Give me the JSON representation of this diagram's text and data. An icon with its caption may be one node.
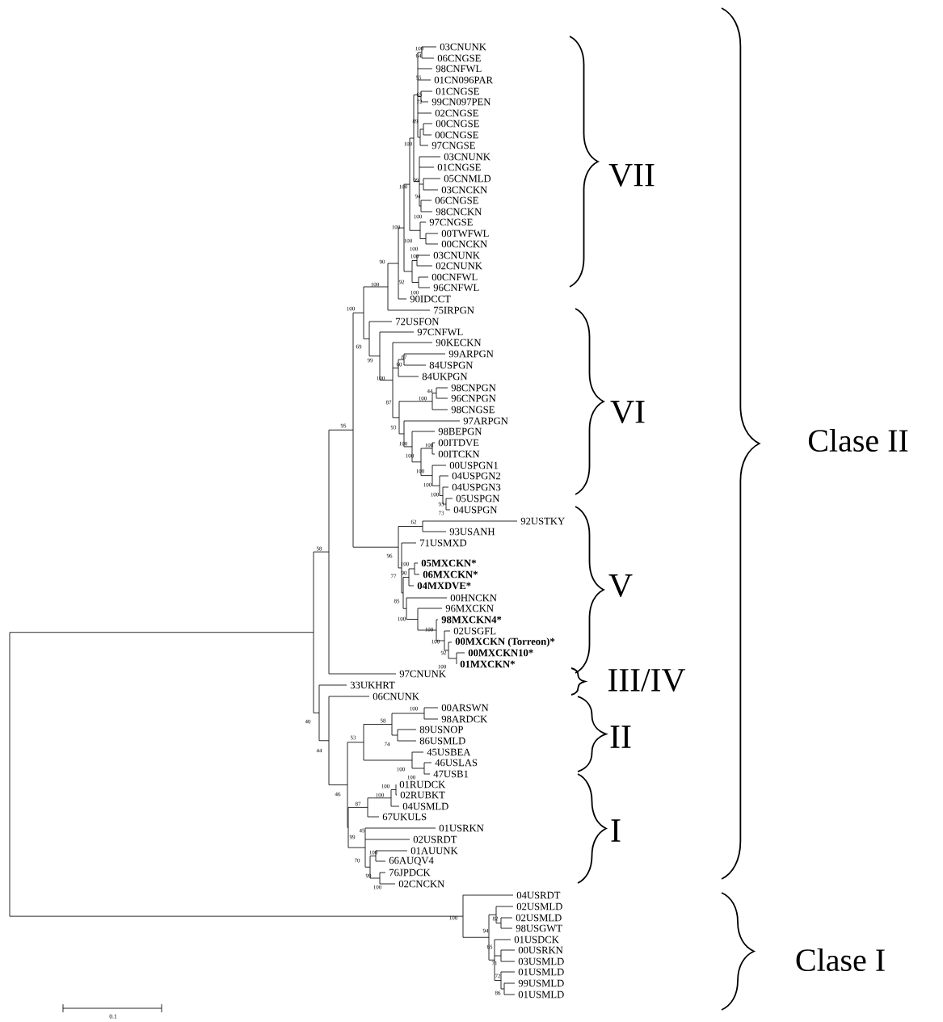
{
  "diagram": {
    "labels": [
      "03CNUNK",
      "06CNGSE",
      "98CNFWL",
      "01CN096PAR",
      "01CNGSE",
      "99CN097PEN",
      "02CNGSE",
      "00CNGSE",
      "00CNGSE",
      "97CNGSE",
      "03CNUNK",
      "01CNGSE",
      "05CNMLD",
      "03CNCKN",
      "06CNGSE",
      "98CNCKN",
      "97CNGSE",
      "00TWFWL",
      "00CNCKN",
      "03CNUNK",
      "02CNUNK",
      "00CNFWL",
      "96CNFWL",
      "90IDCCT",
      "75IRPGN",
      "72USFON",
      "97CNFWL",
      "90KECKN",
      "99ARPGN",
      "84USPGN",
      "84UKPGN",
      "98CNPGN",
      "96CNPGN",
      "98CNGSE",
      "97ARPGN",
      "98BEPGN",
      "00ITDVE",
      "00ITCKN",
      "00USPGN1",
      "04USPGN2",
      "04USPGN3",
      "05USPGN",
      "04USPGN",
      "92USTKY",
      "93USANH",
      "71USMXD",
      "05MXCKN*",
      "06MXCKN*",
      "04MXDVE*",
      "00HNCKN",
      "96MXCKN",
      "98MXCKN4*",
      "02USGFL",
      "00MXCKN (Torreon)*",
      "00MXCKN10*",
      "01MXCKN*",
      "97CNUNK",
      "33UKHRT",
      "06CNUNK",
      "00ARSWN",
      "98ARDCK",
      "89USNOP",
      "86USMLD",
      "45USBEA",
      "46USLAS",
      "47USB1",
      "01RUDCK",
      "02RUBKT",
      "04USMLD",
      "67UKULS",
      "01USRKN",
      "02USRDT",
      "01AUUNK",
      "66AUQV4",
      "76JPDCK",
      "02CNCKN",
      "04USRDT",
      "02USMLD",
      "02USMLD",
      "98USGWT",
      "01USDCK",
      "00USRKN",
      "03USMLD",
      "01USMLD",
      "99USMLD",
      "01USMLD",
      "VII",
      "VI",
      "V",
      "III/IV",
      "II",
      "I",
      "Clase II",
      "Clase I",
      "100",
      "64",
      "55",
      "65",
      "72",
      "89",
      "100",
      "99",
      "100",
      "94",
      "100",
      "100",
      "100",
      "100",
      "100",
      "90",
      "100",
      "92",
      "100",
      "100",
      "69",
      "87",
      "99",
      "60",
      "100",
      "44",
      "100",
      "87",
      "95",
      "93",
      "100",
      "100",
      "100",
      "100",
      "100",
      "100",
      "93",
      "73",
      "62",
      "58",
      "96",
      "100",
      "90",
      "77",
      "85",
      "100",
      "100",
      "100",
      "92",
      "100",
      "100",
      "40",
      "58",
      "53",
      "74",
      "44",
      "100",
      "100",
      "100",
      "46",
      "100",
      "87",
      "45",
      "99",
      "100",
      "70",
      "99",
      "100",
      "100",
      "82",
      "94",
      "65",
      "71",
      "72",
      "86",
      "0.1"
    ]
  }
}
